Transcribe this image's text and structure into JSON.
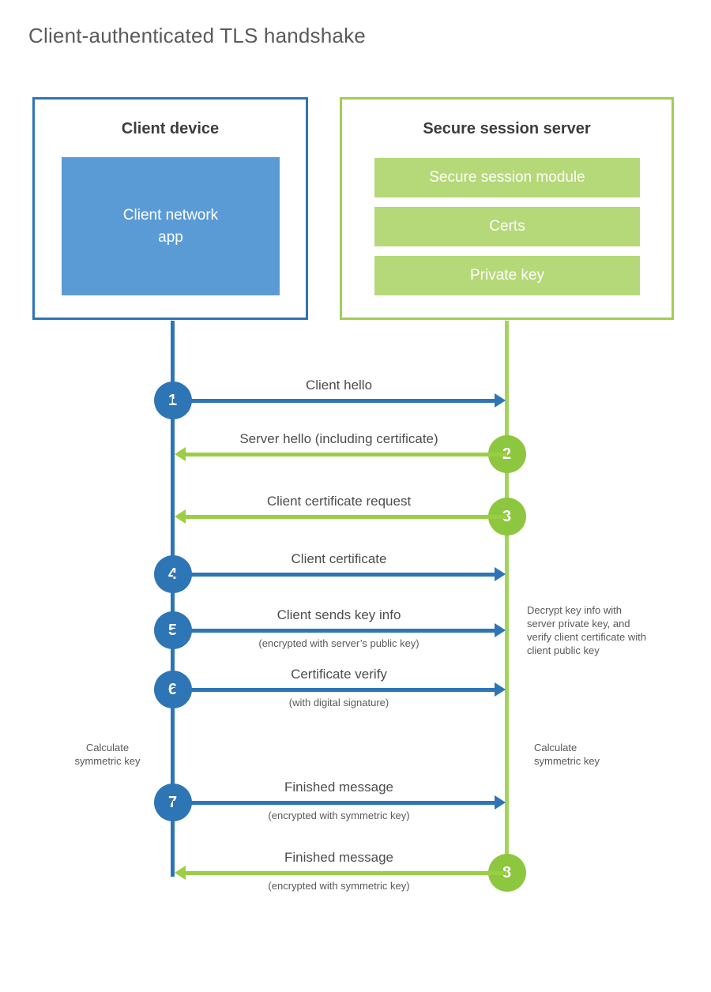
{
  "title": "Client-authenticated TLS handshake",
  "client": {
    "title": "Client device",
    "app_line1": "Client network",
    "app_line2": "app"
  },
  "server": {
    "title": "Secure session server",
    "modules": [
      "Secure session module",
      "Certs",
      "Private key"
    ]
  },
  "steps": [
    {
      "num": "1",
      "from": "client",
      "dir": "right",
      "label": "Client hello",
      "sub": ""
    },
    {
      "num": "2",
      "from": "server",
      "dir": "left",
      "label": "Server hello (including certificate)",
      "sub": ""
    },
    {
      "num": "3",
      "from": "server",
      "dir": "left",
      "label": "Client certificate request",
      "sub": ""
    },
    {
      "num": "4",
      "from": "client",
      "dir": "right",
      "label": "Client certificate",
      "sub": ""
    },
    {
      "num": "5",
      "from": "client",
      "dir": "right",
      "label": "Client sends key info",
      "sub": "(encrypted with server’s public key)"
    },
    {
      "num": "6",
      "from": "client",
      "dir": "right",
      "label": "Certificate verify",
      "sub": "(with digital signature)"
    },
    {
      "num": "7",
      "from": "client",
      "dir": "right",
      "label": "Finished message",
      "sub": "(encrypted with symmetric key)"
    },
    {
      "num": "8",
      "from": "server",
      "dir": "left",
      "label": "Finished message",
      "sub": "(encrypted with symmetric key)"
    }
  ],
  "notes": {
    "decrypt": "Decrypt key info with server private key, and verify client certificate with client public key",
    "calc_left": "Calculate symmetric key",
    "calc_right": "Calculate symmetric key"
  },
  "colors": {
    "blue_strong": "#2e75b6",
    "blue_fill": "#5b9bd5",
    "green_strong": "#8dc63f",
    "green_line": "#9bce43",
    "green_border": "#a2ce53",
    "green_fill": "#b5d878",
    "text_dark": "#3d3d3d",
    "text_gray": "#595959"
  }
}
